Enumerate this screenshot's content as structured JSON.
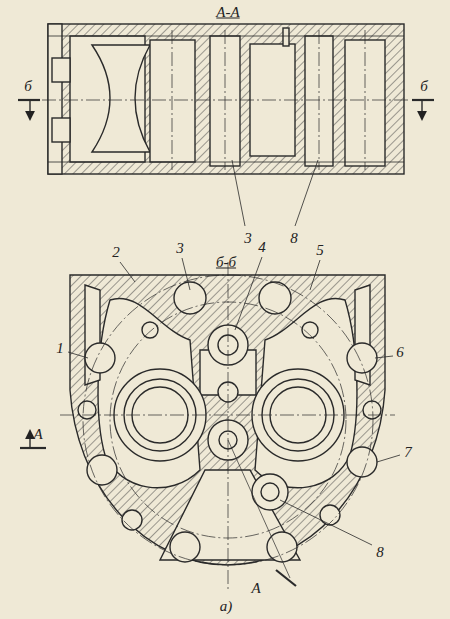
{
  "diagram": {
    "caption": "а)",
    "labels": [
      "А-А",
      "б",
      "б",
      "3",
      "8",
      "б-б",
      "2",
      "3",
      "4",
      "5",
      "1",
      "6",
      "А",
      "7",
      "8",
      "А"
    ]
  }
}
